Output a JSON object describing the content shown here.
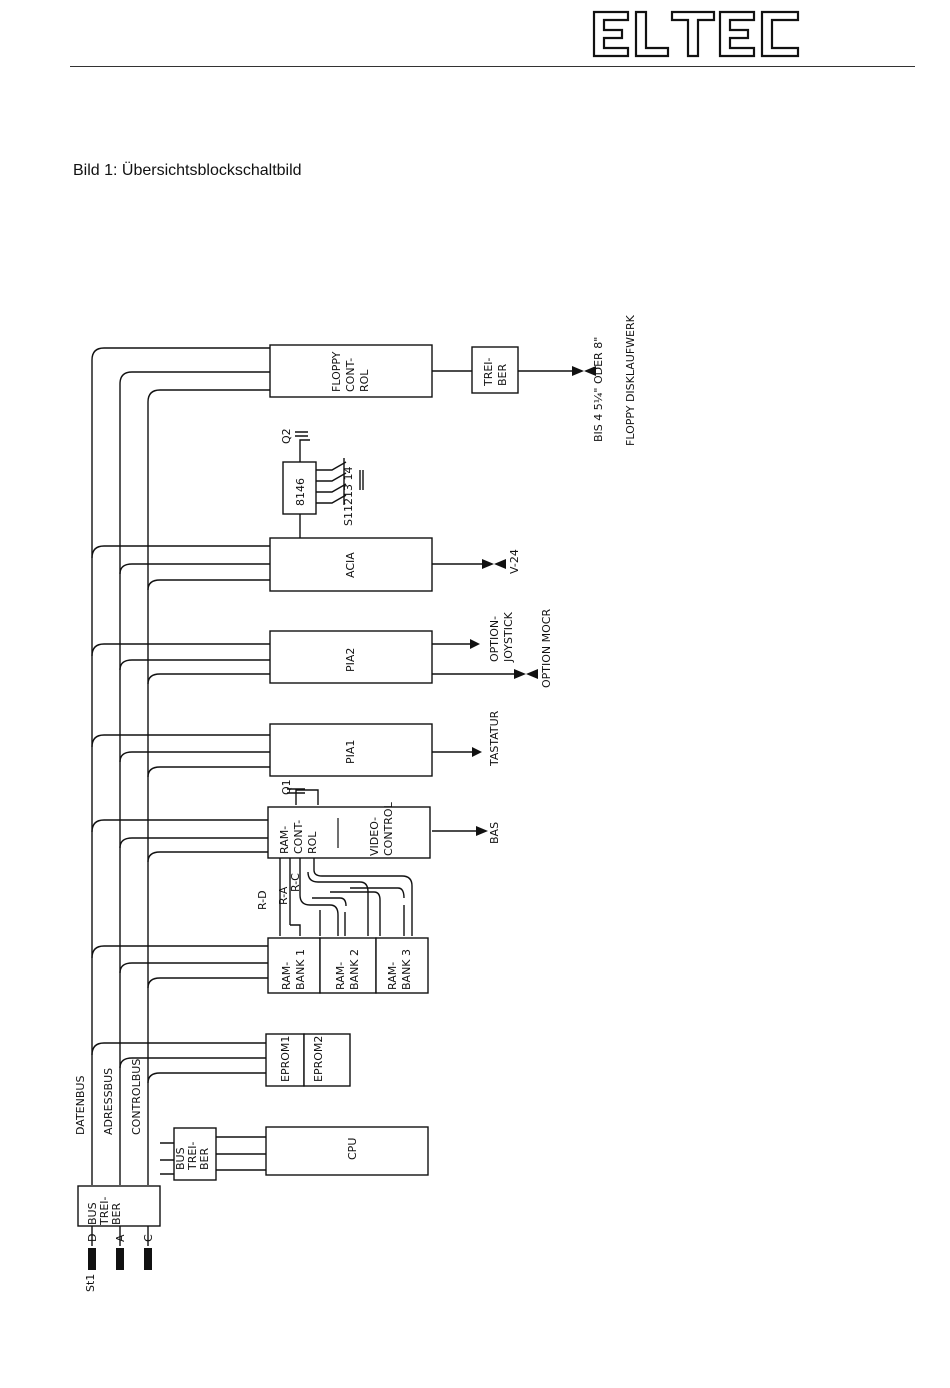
{
  "logo": {
    "text": "ELTEC"
  },
  "figure_title": "Bild 1: Übersichtsblockschaltbild",
  "bus": {
    "datenbus": "DATENBUS",
    "adressbus": "ADRESSBUS",
    "controlbus": "CONTROLBUS",
    "conn_d": "D",
    "conn_a": "A",
    "conn_c": "C",
    "st1": "St1"
  },
  "blocks": {
    "bustreiber_main": [
      "BUS",
      "TREI-",
      "BER"
    ],
    "bustreiber_cpu": [
      "BUS",
      "TREI-",
      "BER"
    ],
    "cpu": "CPU",
    "eprom1": "EPROM1",
    "eprom2": "EPROM2",
    "rambank1": [
      "RAM-",
      "BANK 1"
    ],
    "rambank2": [
      "RAM-",
      "BANK 2"
    ],
    "rambank3": [
      "RAM-",
      "BANK 3"
    ],
    "ram_control": [
      "RAM-",
      "CONT-",
      "ROL"
    ],
    "video_control": [
      "VIDEO-",
      "CONTROL"
    ],
    "pia1": "PIA1",
    "pia2": "PIA2",
    "acia": "ACIA",
    "chip_8146": "8146",
    "floppy_control": [
      "FLOPPY",
      "CONT-",
      "ROL"
    ],
    "floppy_treiber": [
      "TREI-",
      "BER"
    ]
  },
  "signals": {
    "r_d": "R-D",
    "r_a": "R-A",
    "r_c": "R-C",
    "q1": "Q1",
    "q2": "Q2",
    "switches": "S11213 14"
  },
  "outputs": {
    "bas": "BAS",
    "tastatur": "TASTATUR",
    "option_joystick": [
      "OPTION-",
      "JOYSTICK"
    ],
    "option_mocr": "OPTION MOCR",
    "v24": "V-24",
    "floppy_size": "BIS 4 5¼\" ODER 8\"",
    "floppy_drive": "FLOPPY DISKLAUFWERK"
  }
}
